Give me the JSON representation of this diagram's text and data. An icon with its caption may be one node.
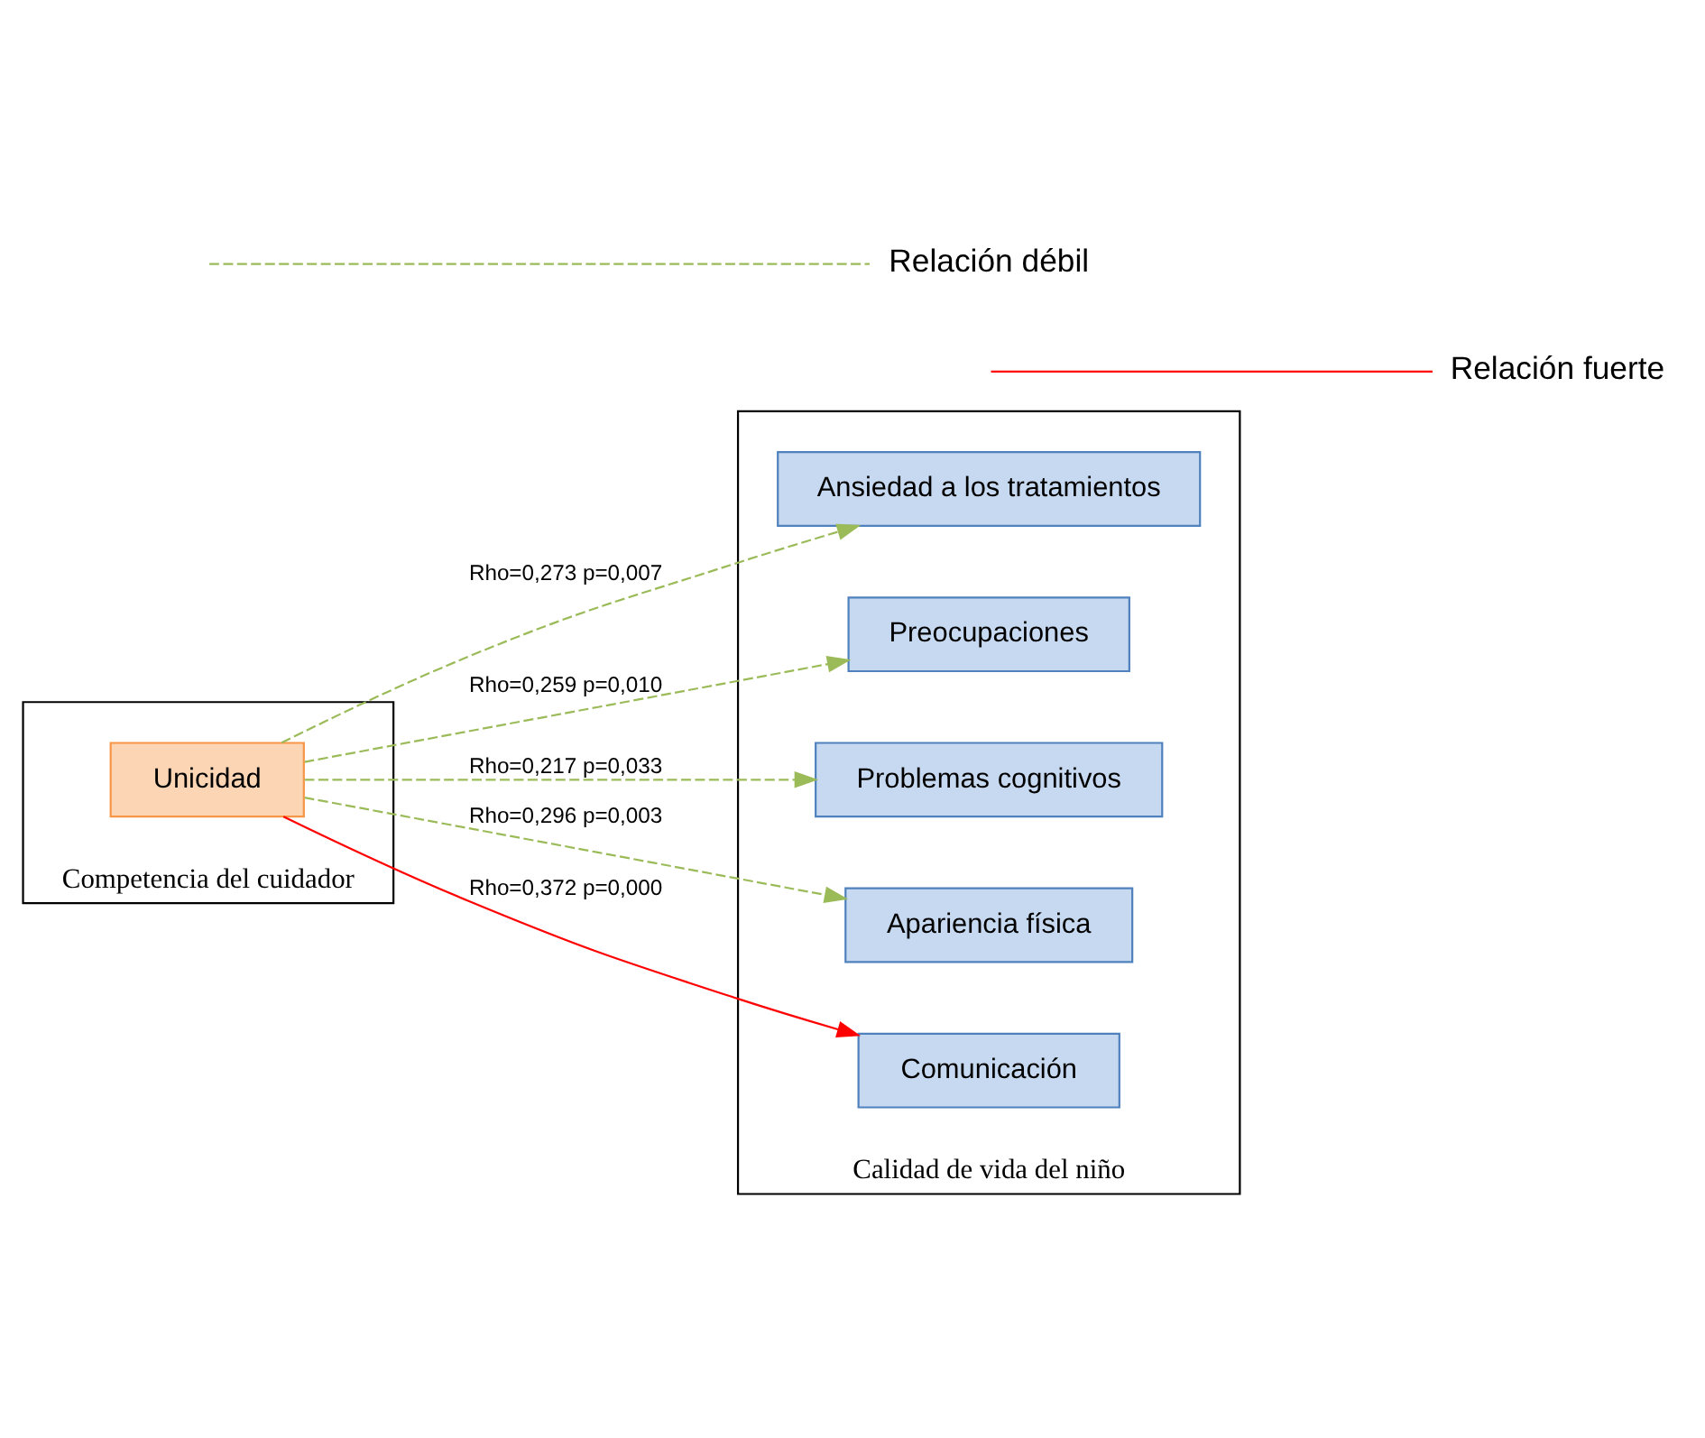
{
  "diagram": {
    "nodes": [
      {
        "text": [
          "Competencia del cuidador"
        ]
      },
      {
        "text": [
          "Calidad de vida del niño"
        ]
      },
      {
        "text": [
          "Unicidad"
        ],
        "in": 0
      },
      {
        "text": [
          "Ansiedad a los tratamientos"
        ],
        "in": 1
      },
      {
        "text": [
          "Preocupaciones"
        ],
        "in": 1
      },
      {
        "text": [
          "Problemas cognitivos"
        ],
        "in": 1
      },
      {
        "text": [
          "Apariencia física"
        ],
        "in": 1
      },
      {
        "text": [
          "Comunicación"
        ],
        "in": 1
      }
    ],
    "edges": [
      {
        "from": 2,
        "to": 3,
        "arrow": "to",
        "label": "Rho=0,273 p=0,007",
        "style": "dashed"
      },
      {
        "from": 2,
        "to": 4,
        "arrow": "to",
        "label": "Rho=0,259 p=0,010",
        "style": "dashed"
      },
      {
        "from": 2,
        "to": 5,
        "arrow": "to",
        "label": "Rho=0,217 p=0,033",
        "style": "dashed"
      },
      {
        "from": 2,
        "to": 6,
        "arrow": "to",
        "label": "Rho=0,296 p=0,003",
        "style": "dashed"
      },
      {
        "from": 2,
        "to": 7,
        "arrow": "to",
        "label": "Rho=0,372 p=0,000",
        "color": "#ff0000"
      }
    ],
    "legend": [
      {
        "text": "Relación débil"
      },
      {
        "text": "Relación fuerte"
      }
    ]
  }
}
